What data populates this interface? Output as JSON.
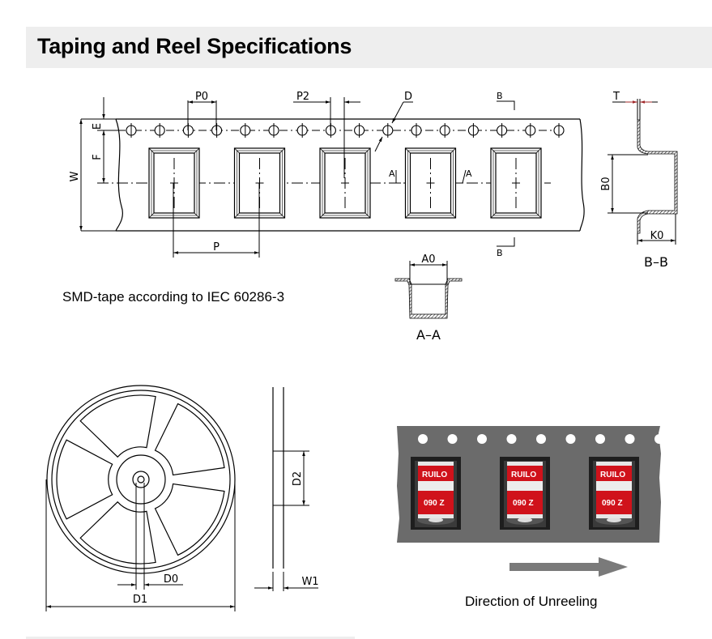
{
  "header": {
    "title": "Taping and Reel Specifications"
  },
  "tape_drawing": {
    "labels": {
      "P0": "P0",
      "P2": "P2",
      "D": "D",
      "E": "E",
      "F": "F",
      "W": "W",
      "P": "P",
      "section_A_left": "A",
      "section_A_right": "A",
      "section_B_top": "B",
      "section_B_bottom": "B"
    },
    "caption": "SMD-tape according to IEC 60286-3"
  },
  "section_bb": {
    "labels": {
      "T": "T",
      "B0": "B0",
      "K0": "K0"
    },
    "title": "B–B"
  },
  "section_aa": {
    "labels": {
      "A0": "A0"
    },
    "title": "A–A"
  },
  "reel_drawing": {
    "labels": {
      "D0": "D0",
      "D1": "D1",
      "D2": "D2",
      "W1": "W1"
    }
  },
  "photo": {
    "components": [
      {
        "brand": "RUILO",
        "code": "090 Z"
      },
      {
        "brand": "RUILO",
        "code": "090 Z"
      },
      {
        "brand": "RUILO",
        "code": "090 Z"
      }
    ],
    "caption": "Direction of Unreeling",
    "colors": {
      "tape": "#6b6b6b",
      "component_red": "#d0121b",
      "arrow": "#7a7a7a"
    }
  }
}
